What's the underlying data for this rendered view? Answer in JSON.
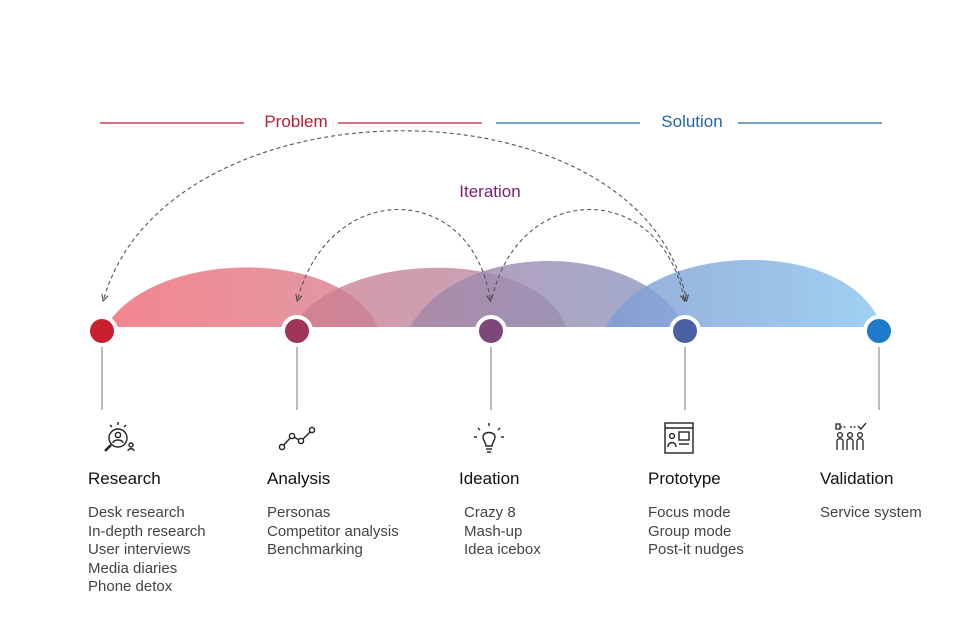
{
  "headers": {
    "problem": "Problem",
    "solution": "Solution",
    "iteration": "Iteration"
  },
  "colors": {
    "problem": "#b81f36",
    "solution": "#1f67a8",
    "iteration": "#7a1e77",
    "node_research": "#c8202f",
    "node_analysis": "#9e3557",
    "node_ideation": "#7c4779",
    "node_prototype": "#4a5fa4",
    "node_validation": "#1f7acb"
  },
  "stages": [
    {
      "title": "Research",
      "icon": "research-magnifier-icon",
      "items": [
        "Desk research",
        "In-depth research",
        "User interviews",
        "Media diaries",
        "Phone detox"
      ]
    },
    {
      "title": "Analysis",
      "icon": "analysis-graph-icon",
      "items": [
        "Personas",
        "Competitor analysis",
        "Benchmarking"
      ]
    },
    {
      "title": "Ideation",
      "icon": "lightbulb-icon",
      "items": [
        "Crazy 8",
        "Mash-up",
        "Idea icebox"
      ]
    },
    {
      "title": "Prototype",
      "icon": "prototype-board-icon",
      "items": [
        "Focus mode",
        "Group mode",
        "Post-it nudges"
      ]
    },
    {
      "title": "Validation",
      "icon": "validation-people-icon",
      "items": [
        "Service system"
      ]
    }
  ]
}
